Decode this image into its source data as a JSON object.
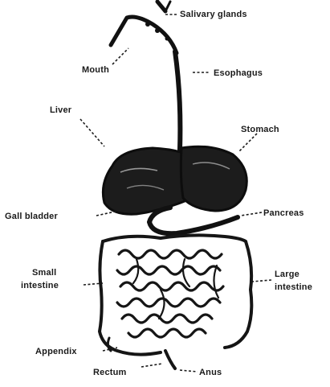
{
  "labels": {
    "salivary_glands": "Salivary glands",
    "mouth": "Mouth",
    "esophagus": "Esophagus",
    "liver": "Liver",
    "stomach": "Stomach",
    "gall_bladder": "Gall bladder",
    "pancreas": "Pancreas",
    "small_intestine_line1": "Small",
    "small_intestine_line2": "intestine",
    "large_intestine_line1": "Large",
    "large_intestine_line2": "intestine",
    "appendix": "Appendix",
    "rectum": "Rectum",
    "anus": "Anus"
  },
  "colors": {
    "ink": "#111111",
    "background": "#ffffff"
  }
}
